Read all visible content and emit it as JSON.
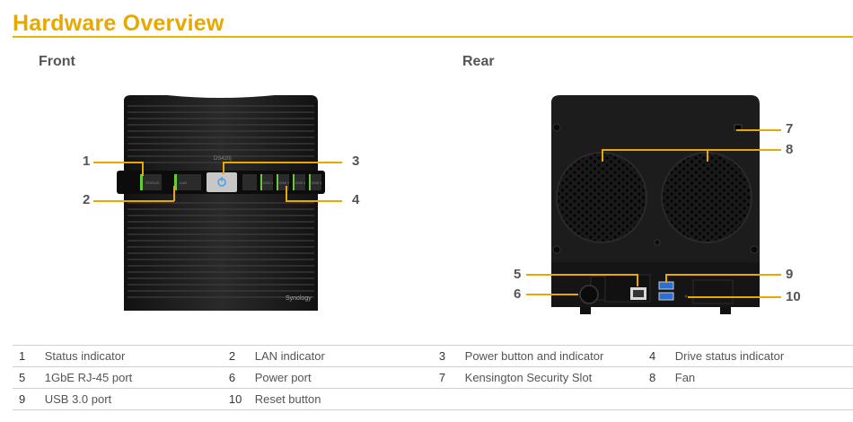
{
  "title": "Hardware Overview",
  "front": {
    "label": "Front",
    "model_text": "DS420j",
    "brand_text": "Synology",
    "led_labels": [
      "STATUS",
      "LAN",
      "",
      "DISK 1",
      "DISK 2",
      "DISK 3",
      "DISK 4"
    ],
    "callouts": [
      "1",
      "2",
      "3",
      "4"
    ]
  },
  "rear": {
    "label": "Rear",
    "callouts": [
      "7",
      "8",
      "5",
      "9",
      "6",
      "10"
    ]
  },
  "colors": {
    "accent": "#e8a800",
    "power_led": "#4a9ee8",
    "status_led": "#66cc33"
  },
  "icons": {
    "power": "power-icon",
    "usb": "usb-port-icon",
    "lan": "rj45-port-icon"
  },
  "table": {
    "rows": [
      [
        [
          "1",
          "Status indicator"
        ],
        [
          "2",
          "LAN indicator"
        ],
        [
          "3",
          "Power button and indicator"
        ],
        [
          "4",
          "Drive status indicator"
        ]
      ],
      [
        [
          "5",
          "1GbE RJ-45 port"
        ],
        [
          "6",
          "Power port"
        ],
        [
          "7",
          "Kensington Security Slot"
        ],
        [
          "8",
          "Fan"
        ]
      ],
      [
        [
          "9",
          "USB 3.0 port"
        ],
        [
          "10",
          "Reset button"
        ],
        [
          "",
          ""
        ],
        [
          "",
          ""
        ]
      ]
    ]
  }
}
